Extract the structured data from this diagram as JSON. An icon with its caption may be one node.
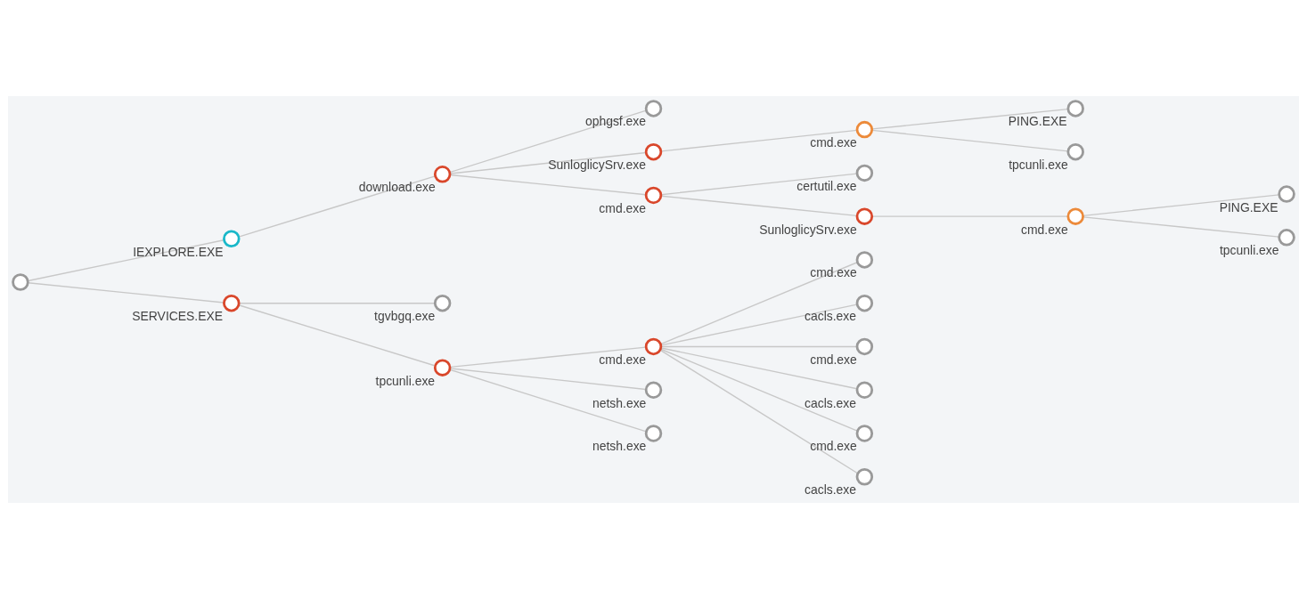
{
  "diagram": {
    "nodes": [
      {
        "text": [],
        "shape": "circle"
      },
      {
        "text": [
          "IEXPLORE.EXE"
        ]
      },
      {
        "text": [
          "download.exe"
        ]
      },
      {
        "text": [
          "ophgsf.exe"
        ]
      },
      {
        "text": [
          "SunloglicySrv.exe"
        ]
      },
      {
        "text": [
          "cmd.exe"
        ]
      },
      {
        "text": [
          "PING.EXE"
        ]
      },
      {
        "text": [
          "tpcunli.exe"
        ]
      },
      {
        "text": [
          "cmd.exe"
        ]
      },
      {
        "text": [
          "certutil.exe"
        ]
      },
      {
        "text": [
          "SunloglicySrv.exe"
        ]
      },
      {
        "text": [
          "cmd.exe"
        ]
      },
      {
        "text": [
          "PING.EXE"
        ]
      },
      {
        "text": [
          "tpcunli.exe"
        ]
      },
      {
        "text": [
          "SERVICES.EXE"
        ]
      },
      {
        "text": [
          "tgvbgq.exe"
        ]
      },
      {
        "text": [
          "tpcunli.exe"
        ]
      },
      {
        "text": [
          "cmd.exe"
        ]
      },
      {
        "text": [
          "cmd.exe"
        ]
      },
      {
        "text": [
          "cacls.exe"
        ]
      },
      {
        "text": [
          "cmd.exe"
        ]
      },
      {
        "text": [
          "cacls.exe"
        ]
      },
      {
        "text": [
          "cmd.exe"
        ]
      },
      {
        "text": [
          "cacls.exe"
        ]
      },
      {
        "text": [
          "netsh.exe"
        ]
      },
      {
        "text": [
          "netsh.exe"
        ]
      }
    ],
    "edges": [
      {
        "from": 0,
        "to": 1,
        "arrow": "none"
      },
      {
        "from": 1,
        "to": 2,
        "arrow": "none"
      },
      {
        "from": 2,
        "to": 3,
        "arrow": "none"
      },
      {
        "from": 2,
        "to": 4,
        "arrow": "none"
      },
      {
        "from": 4,
        "to": 5,
        "arrow": "none"
      },
      {
        "from": 5,
        "to": 6,
        "arrow": "none"
      },
      {
        "from": 5,
        "to": 7,
        "arrow": "none"
      },
      {
        "from": 2,
        "to": 8,
        "arrow": "none"
      },
      {
        "from": 8,
        "to": 9,
        "arrow": "none"
      },
      {
        "from": 8,
        "to": 10,
        "arrow": "none"
      },
      {
        "from": 10,
        "to": 11,
        "arrow": "none"
      },
      {
        "from": 11,
        "to": 12,
        "arrow": "none"
      },
      {
        "from": 11,
        "to": 13,
        "arrow": "none"
      },
      {
        "from": 0,
        "to": 14,
        "arrow": "none"
      },
      {
        "from": 14,
        "to": 15,
        "arrow": "none"
      },
      {
        "from": 14,
        "to": 16,
        "arrow": "none"
      },
      {
        "from": 16,
        "to": 17,
        "arrow": "none"
      },
      {
        "from": 17,
        "to": 18,
        "arrow": "none"
      },
      {
        "from": 17,
        "to": 19,
        "arrow": "none"
      },
      {
        "from": 17,
        "to": 20,
        "arrow": "none"
      },
      {
        "from": 17,
        "to": 21,
        "arrow": "none"
      },
      {
        "from": 17,
        "to": 22,
        "arrow": "none"
      },
      {
        "from": 17,
        "to": 23,
        "arrow": "none"
      },
      {
        "from": 16,
        "to": 24,
        "arrow": "none"
      },
      {
        "from": 16,
        "to": 25,
        "arrow": "none"
      }
    ]
  }
}
